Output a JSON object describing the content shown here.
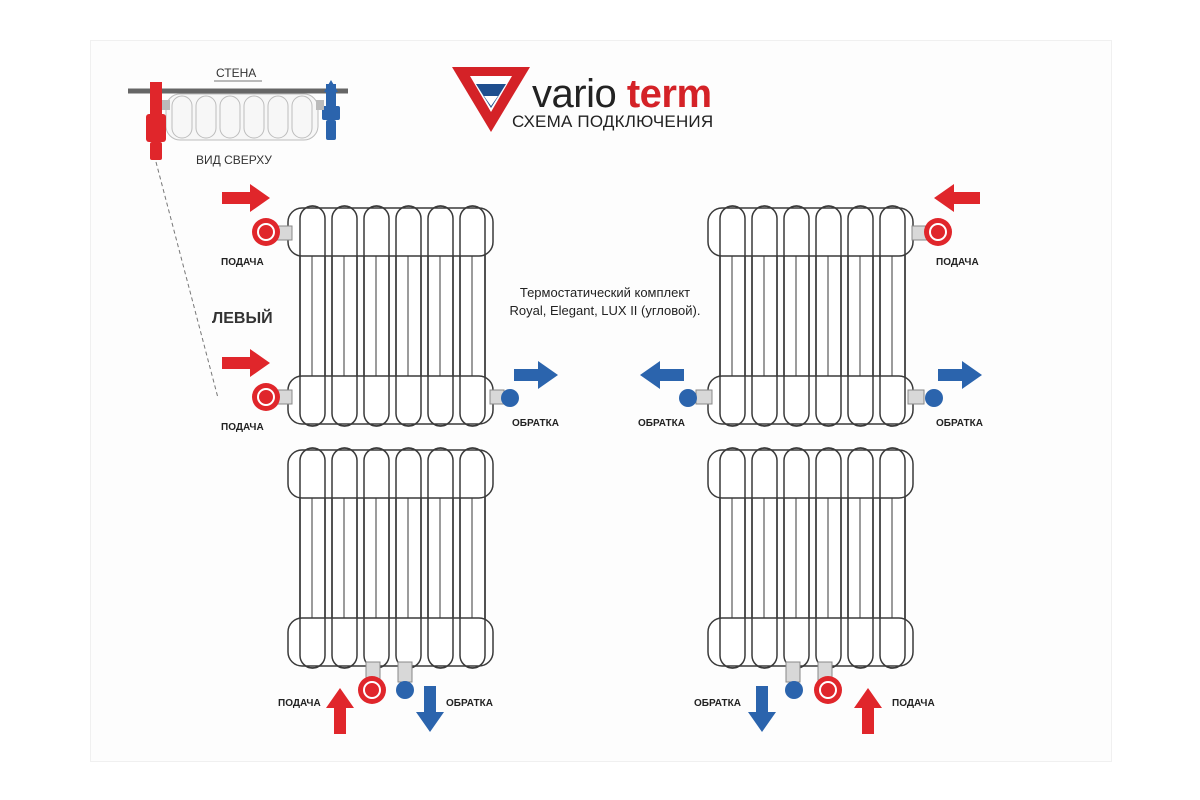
{
  "brand": {
    "name_light": "vario",
    "name_bold": "term",
    "subtitle": "СХЕМА ПОДКЛЮЧЕНИЯ"
  },
  "top_view": {
    "wall_label": "СТЕНА",
    "view_label": "ВИД СВЕРХУ"
  },
  "side_label": "ЛЕВЫЙ",
  "note": {
    "line1": "Термостатический комплект",
    "line2": "Royal, Elegant, LUX II (угловой)."
  },
  "labels": {
    "supply": "ПОДАЧА",
    "return": "ОБРАТКА"
  },
  "colors": {
    "supply": "#e0262b",
    "return": "#2b64ad",
    "logo_red": "#d42227",
    "logo_blue": "#1f4e8e",
    "outline": "#3a3a3a"
  },
  "icons": [
    "logo-triangle-icon",
    "arrow-right-icon",
    "arrow-left-icon",
    "arrow-up-icon",
    "arrow-down-icon",
    "valve-icon",
    "return-fitting-icon"
  ]
}
